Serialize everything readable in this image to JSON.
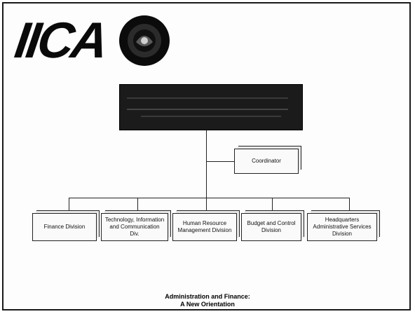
{
  "logo": {
    "text": "IICA"
  },
  "org_chart": {
    "top": "",
    "coordinator": "Coordinator",
    "divisions": [
      "Finance Division",
      "Technology, Information and Communication Div.",
      "Human Resource Management Division",
      "Budget and Control Division",
      "Headquarters Administrative Services Division"
    ]
  },
  "caption": {
    "line1": "Administration and Finance:",
    "line2": "A New Orientation"
  }
}
